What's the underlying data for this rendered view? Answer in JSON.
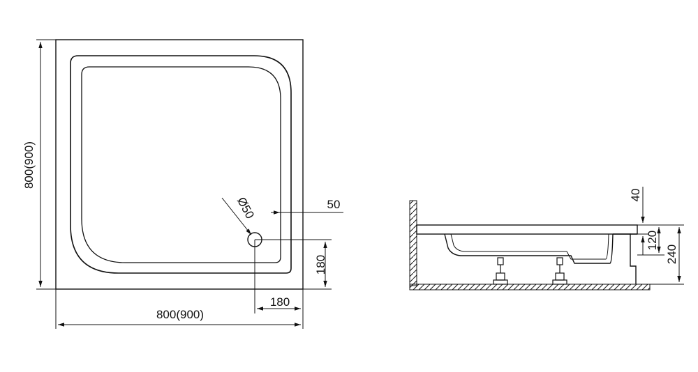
{
  "drawing": {
    "colors": {
      "line": "#111111",
      "background": "#ffffff"
    },
    "plan_view": {
      "width_label": "800(900)",
      "height_label": "800(900)",
      "drain_diameter_label": "Ø50",
      "drain_offset_x_label": "180",
      "drain_offset_y_label": "180",
      "rim_width_label": "50"
    },
    "side_view": {
      "rim_thickness_label": "40",
      "tray_depth_label": "120",
      "total_height_label": "240"
    }
  }
}
